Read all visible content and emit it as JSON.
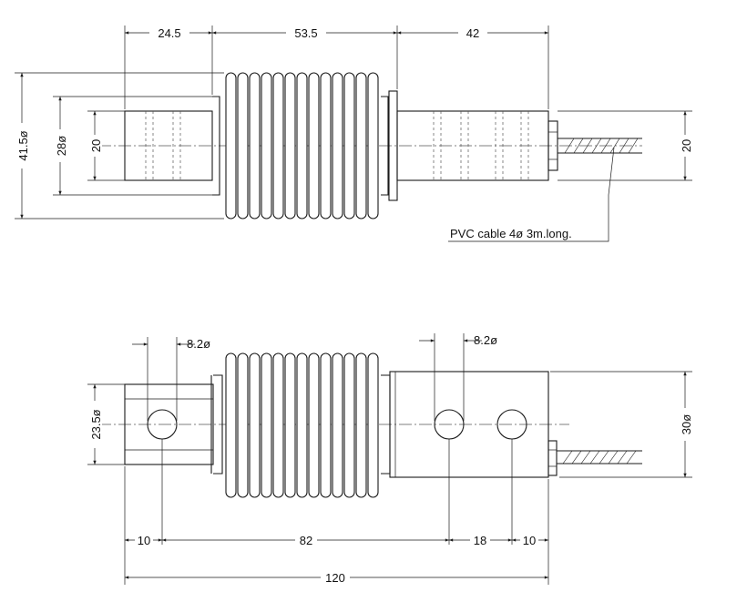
{
  "top_view": {
    "dims": {
      "d_24_5": "24.5",
      "d_53_5": "53.5",
      "d_42": "42",
      "d_41_5": "41.5ø",
      "d_28": "28ø",
      "d_20_left": "20",
      "d_20_right": "20"
    },
    "callout": "PVC cable 4ø 3m.long."
  },
  "side_view": {
    "dims": {
      "d_8_2_left": "8.2ø",
      "d_8_2_right": "8.2ø",
      "d_23_5": "23.5ø",
      "d_30": "30ø",
      "d_10_left": "10",
      "d_82": "82",
      "d_18": "18",
      "d_10_right": "10",
      "d_120": "120"
    }
  }
}
